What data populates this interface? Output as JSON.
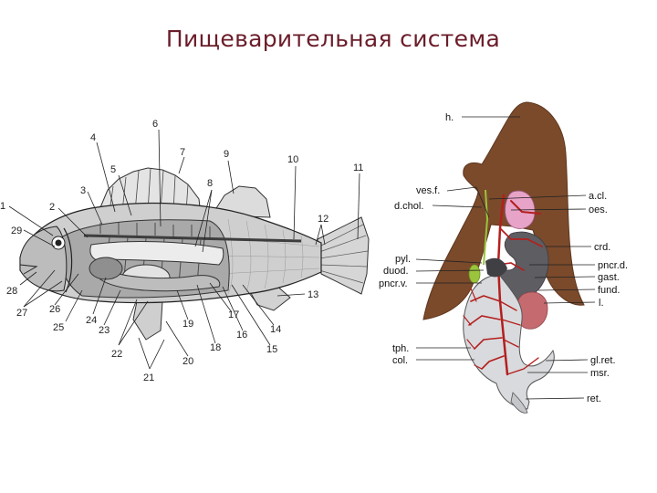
{
  "title": "Пищеварительная система",
  "fish": {
    "numbers": [
      "1",
      "2",
      "3",
      "4",
      "5",
      "6",
      "7",
      "8",
      "9",
      "10",
      "11",
      "12",
      "13",
      "14",
      "15",
      "16",
      "17",
      "18",
      "19",
      "20",
      "21",
      "22",
      "23",
      "24",
      "25",
      "26",
      "27",
      "28",
      "29"
    ]
  },
  "gut": {
    "labels": {
      "h": "h.",
      "vesf": "ves.f.",
      "dchol": "d.chol.",
      "acl": "a.cl.",
      "oes": "oes.",
      "crd": "crd.",
      "pyl": "pyl.",
      "duod": "duod.",
      "pncrv": "pncr.v.",
      "pncrd": "pncr.d.",
      "gast": "gast.",
      "fund": "fund.",
      "l": "l.",
      "tph": "tph.",
      "col": "col.",
      "glret": "gl.ret.",
      "msr": "msr.",
      "ret": "ret."
    }
  },
  "colors": {
    "title": "#6b1d2a",
    "liver": "#7a4a2b",
    "vessels": "#b3201e",
    "gallbladder": "#9ac43b",
    "stomach": "#5d5d62",
    "pink": "#e7a3c8",
    "spleen": "#c56a6e",
    "intestine": "#d9dadd"
  }
}
